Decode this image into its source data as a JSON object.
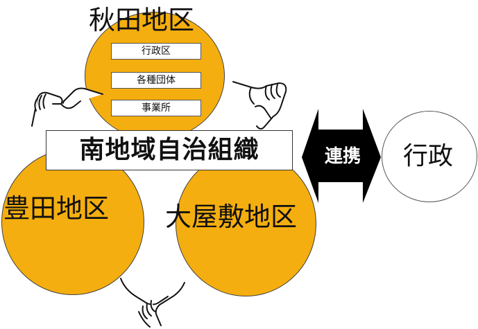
{
  "diagram": {
    "districts": {
      "akita": "秋田地区",
      "toyoda": "豊田地区",
      "oyashiki": "大屋敷地区"
    },
    "akita_members": [
      "行政区",
      "各種団体",
      "事業所"
    ],
    "organization": "南地域自治組織",
    "link_label": "連携",
    "partner": "行政",
    "colors": {
      "circle_fill": "#F5AE0F",
      "arrow": "#000000",
      "outline": "#404040"
    },
    "icons": [
      "handshake-icon",
      "handshake-icon",
      "handshake-icon"
    ]
  }
}
